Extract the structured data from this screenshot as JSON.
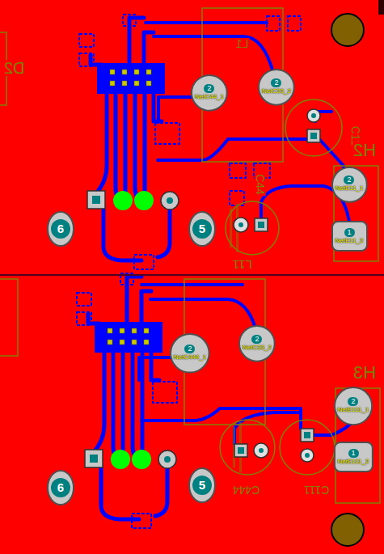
{
  "diagram": {
    "nodes": [
      {
        "text": [
          "2",
          "NetC44_1"
        ]
      },
      {
        "text": [
          "2",
          "NetC33_2"
        ]
      },
      {
        "text": [
          "2",
          "NetE11_1"
        ]
      },
      {
        "text": [
          "1",
          "NetE11_2"
        ]
      },
      {
        "text": [
          "6"
        ]
      },
      {
        "text": [
          "5"
        ]
      },
      {
        "text": [
          "2",
          "NetC444_1"
        ]
      },
      {
        "text": [
          "2",
          "NetC33_2"
        ]
      },
      {
        "text": [
          "2",
          "NetE111_1"
        ]
      },
      {
        "text": [
          "1",
          "NetE111_2"
        ]
      },
      {
        "text": [
          "6"
        ]
      },
      {
        "text": [
          "5"
        ]
      }
    ],
    "labels": [
      "D2",
      "L1",
      "C11",
      "H2",
      "C44",
      "L11",
      "H3",
      "C444",
      "C111"
    ]
  }
}
